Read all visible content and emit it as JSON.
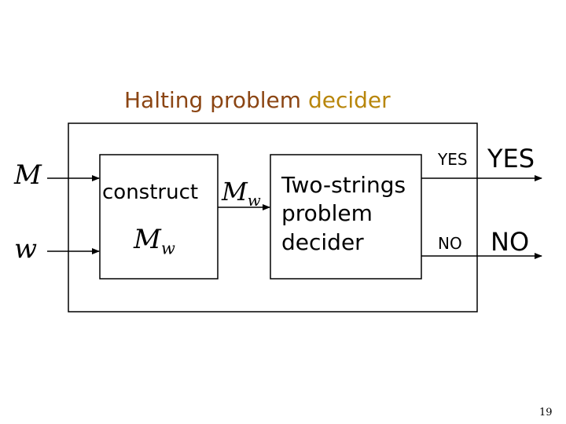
{
  "title": {
    "part1": "Halting problem ",
    "part2": "decider"
  },
  "inputs": {
    "m": "M",
    "w": "w"
  },
  "construct_box": {
    "label": "construct",
    "mw_main": "M",
    "mw_sub": "w",
    "inner_main": "M",
    "inner_sub": "w"
  },
  "two_strings_box": {
    "line1": "Two-strings",
    "line2": "problem",
    "line3": "decider"
  },
  "outputs": {
    "yes_inner": "YES",
    "no_inner": "NO",
    "yes_outer": "YES",
    "no_outer": "NO"
  },
  "page_number": "19",
  "colors": {
    "title_main": "#8B4513",
    "title_accent": "#B8860B",
    "lines": "#000000"
  }
}
